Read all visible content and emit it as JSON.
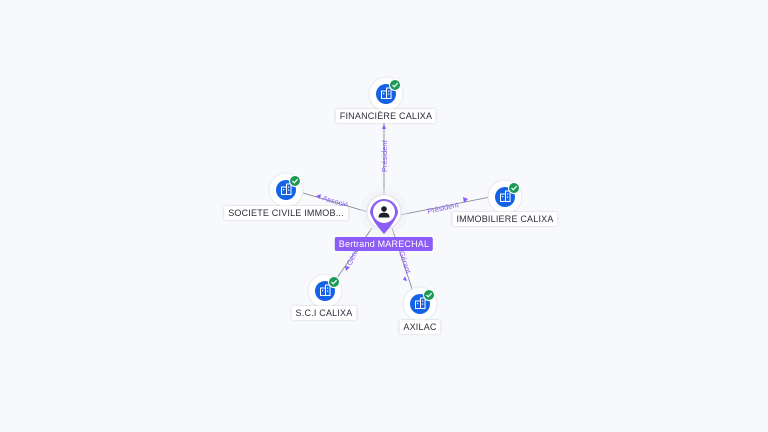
{
  "center": {
    "name": "Bertrand MARECHAL",
    "icon": "person-icon",
    "color": "#8c5cf6"
  },
  "companies": [
    {
      "name": "FINANCIÈRE CALIXA",
      "role": "Président",
      "icon": "company-building-icon",
      "status": "verified-check-icon"
    },
    {
      "name": "SOCIETE CIVILE IMMOB...",
      "role": "Associé",
      "icon": "company-building-icon",
      "status": "verified-check-icon"
    },
    {
      "name": "IMMOBILIERE CALIXA",
      "role": "Président",
      "icon": "company-building-icon",
      "status": "verified-check-icon"
    },
    {
      "name": "S.C.I CALIXA",
      "role": "Gérant",
      "icon": "company-building-icon",
      "status": "verified-check-icon"
    },
    {
      "name": "AXILAC",
      "role": "Gérant",
      "icon": "company-building-icon",
      "status": "verified-check-icon"
    }
  ],
  "colors": {
    "accent": "#8c5cf6",
    "company_blue": "#1463e6",
    "check_green": "#1c9b55",
    "edge": "#7a7f8c",
    "background": "#f8f9fc"
  }
}
